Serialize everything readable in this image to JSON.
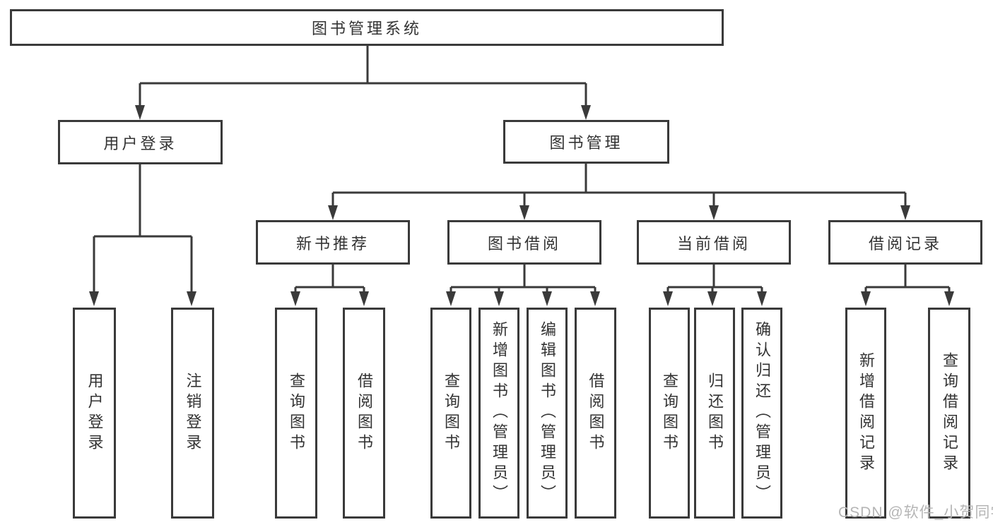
{
  "tree": {
    "label": "图书管理系统",
    "children": [
      {
        "label": "用户登录",
        "children": [
          {
            "label": "用户登录"
          },
          {
            "label": "注销登录"
          }
        ]
      },
      {
        "label": "图书管理",
        "children": [
          {
            "label": "新书推荐",
            "children": [
              {
                "label": "查询图书"
              },
              {
                "label": "借阅图书"
              }
            ]
          },
          {
            "label": "图书借阅",
            "children": [
              {
                "label": "查询图书"
              },
              {
                "label": "新增图书（管理员）"
              },
              {
                "label": "编辑图书（管理员）"
              },
              {
                "label": "借阅图书"
              }
            ]
          },
          {
            "label": "当前借阅",
            "children": [
              {
                "label": "查询图书"
              },
              {
                "label": "归还图书"
              },
              {
                "label": "确认归还（管理员）"
              }
            ]
          },
          {
            "label": "借阅记录",
            "children": [
              {
                "label": "新增借阅记录"
              },
              {
                "label": "查询借阅记录"
              }
            ]
          }
        ]
      }
    ]
  },
  "watermark": "CSDN @软件_小贺同学",
  "colors": {
    "line": "#3a3a3a",
    "text": "#333333",
    "box_background": "#ffffff",
    "watermark": "#b5b5b5",
    "background": "#ffffff"
  }
}
